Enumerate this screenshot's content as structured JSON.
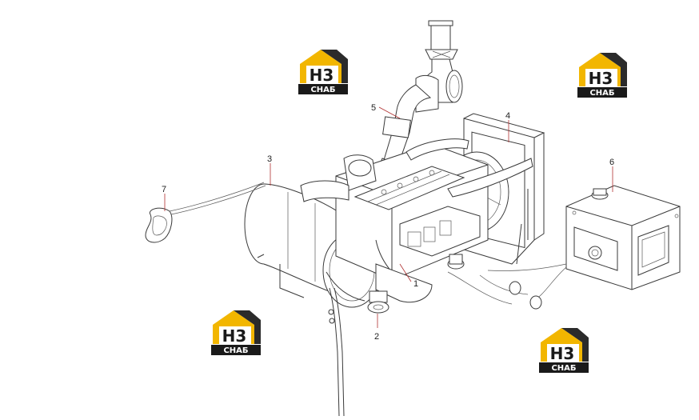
{
  "callouts": [
    {
      "id": "1",
      "label": "1"
    },
    {
      "id": "2",
      "label": "2"
    },
    {
      "id": "3",
      "label": "3"
    },
    {
      "id": "4",
      "label": "4"
    },
    {
      "id": "5",
      "label": "5"
    },
    {
      "id": "6",
      "label": "6"
    },
    {
      "id": "7",
      "label": "7"
    }
  ],
  "watermark": {
    "big": "H3",
    "small": "CHAБ",
    "colors": {
      "yellow": "#f2b600",
      "dark": "#1a1a1a",
      "white": "#ffffff"
    }
  }
}
